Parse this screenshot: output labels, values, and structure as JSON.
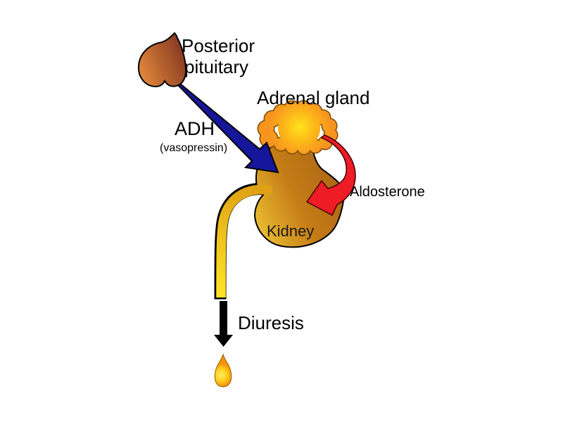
{
  "figure": {
    "background": "#ffffff",
    "labels": {
      "posterior_pituitary_line1": "Posterior",
      "posterior_pituitary_line2": "pituitary",
      "adrenal_gland": "Adrenal gland",
      "adh": "ADH",
      "adh_subtitle": "(vasopressin)",
      "aldosterone": "Aldosterone",
      "kidney": "Kidney",
      "diuresis": "Diuresis"
    },
    "colors": {
      "adh_arrow": "#16169b",
      "aldosterone_arrow": "#ee1c24",
      "aldosterone_arrow_outline": "#40000a",
      "diuresis_arrow": "#000000",
      "pituitary_light": "#e2883c",
      "pituitary_dark": "#8a3c22",
      "adrenal_orange": "#f7941e",
      "adrenal_center_yellow": "#ffe41c",
      "adrenal_outline": "#7a4a00",
      "kidney_gold": "#e8b92f",
      "kidney_mid": "#c57c17",
      "kidney_brown": "#a96414",
      "ureter_top": "#dfa113",
      "ureter_bottom": "#ffe427",
      "droplet_center": "#ffee66",
      "droplet_yellow": "#ffd21e",
      "droplet_orange": "#f7940e",
      "outline": "#000000"
    }
  }
}
